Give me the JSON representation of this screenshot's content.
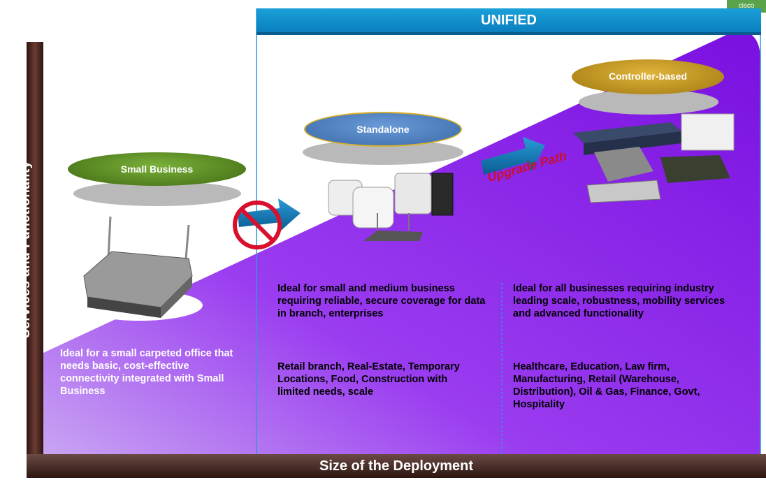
{
  "banner": {
    "unified": "UNIFIED",
    "logo": "cisco"
  },
  "axes": {
    "y_label": "Services and Functionality",
    "x_label": "Size of the Deployment"
  },
  "tiers": [
    {
      "name": "Small Business",
      "color": "#6a9a2a",
      "description": "Ideal for a small carpeted office that needs basic, cost-effective connectivity integrated with Small Business",
      "use_cases": ""
    },
    {
      "name": "Standalone",
      "color": "#5a88c8",
      "description": "Ideal for small and medium business requiring reliable, secure coverage for data in branch, enterprises",
      "use_cases": "Retail branch, Real-Estate, Temporary Locations, Food, Construction with limited needs, scale"
    },
    {
      "name": "Controller-based",
      "color": "#c79a1a",
      "description": "Ideal for all businesses requiring industry leading scale, robustness, mobility services and advanced functionality",
      "use_cases": "Healthcare, Education, Law firm, Manufacturing, Retail (Warehouse, Distribution), Oil & Gas, Finance, Govt, Hospitality"
    }
  ],
  "arrows": {
    "upgrade_path": "Upgrade Path"
  },
  "colors": {
    "band": "#8a1ee8",
    "banner": "#1a8fd0",
    "axis": "#3d1f1a"
  }
}
